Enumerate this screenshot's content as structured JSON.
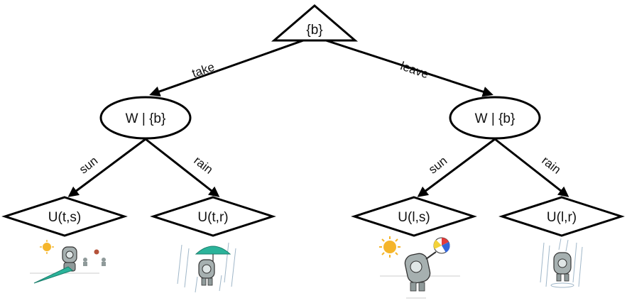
{
  "root": {
    "label": "{b}"
  },
  "chance_nodes": [
    {
      "label": "W | {b}"
    },
    {
      "label": "W | {b}"
    }
  ],
  "edges": {
    "take": "take",
    "leave": "leave",
    "left_sun": "sun",
    "left_rain": "rain",
    "right_sun": "sun",
    "right_rain": "rain"
  },
  "utility_nodes": [
    {
      "label": "U(t,s)",
      "illustration": "robot-with-closed-umbrella-in-sun-icon"
    },
    {
      "label": "U(t,r)",
      "illustration": "robot-with-open-umbrella-in-rain-icon"
    },
    {
      "label": "U(l,s)",
      "illustration": "robot-playing-beach-ball-in-sun-icon"
    },
    {
      "label": "U(l,r)",
      "illustration": "robot-wet-in-rain-icon"
    }
  ],
  "colors": {
    "umbrella": "#2bb39a",
    "sun": "#f5b52a",
    "robot": "#8f9a9a",
    "rain": "#9fb6c8",
    "ball_red": "#e33b3b",
    "ball_blue": "#3466d8",
    "ball_yellow": "#f3d23a"
  }
}
